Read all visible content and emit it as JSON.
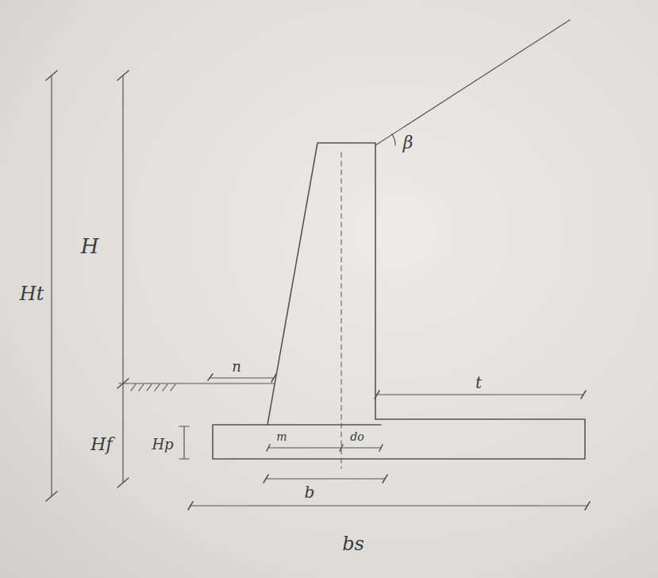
{
  "diagram": {
    "labels": [
      "β",
      "H",
      "Ht",
      "Hf",
      "Hp",
      "n",
      "m",
      "do",
      "t",
      "b",
      "bs"
    ]
  }
}
